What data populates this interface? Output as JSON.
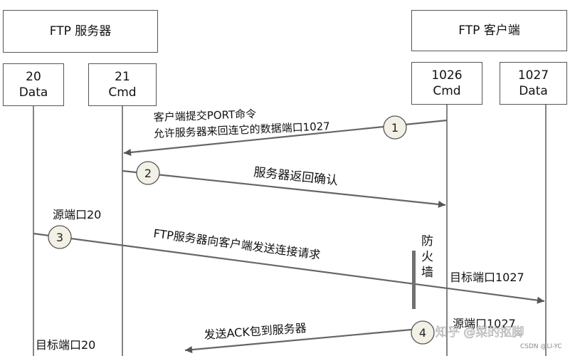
{
  "server": {
    "title": "FTP 服务器"
  },
  "client": {
    "title": "FTP 客户端"
  },
  "ports": [
    {
      "num": "20",
      "name": "Data"
    },
    {
      "num": "21",
      "name": "Cmd"
    },
    {
      "num": "1026",
      "name": "Cmd"
    },
    {
      "num": "1027",
      "name": "Data"
    }
  ],
  "steps": [
    {
      "n": "1",
      "lines": [
        "客户端提交PORT命令",
        "允许服务器来回连它的数据端口1027"
      ]
    },
    {
      "n": "2",
      "text": "服务器返回确认"
    },
    {
      "n": "3",
      "text": "FTP服务器向客户端发送连接请求",
      "src": "源端口20",
      "dst": "目标端口1027"
    },
    {
      "n": "4",
      "text": "发送ACK包到服务器",
      "src": "源端口1027",
      "dst": "目标端口20"
    }
  ],
  "firewall": [
    "防",
    "火",
    "墙"
  ],
  "watermark": {
    "zhihu": "知乎 @菜的抠脚",
    "csdn": "CSDN @LI-YC"
  }
}
